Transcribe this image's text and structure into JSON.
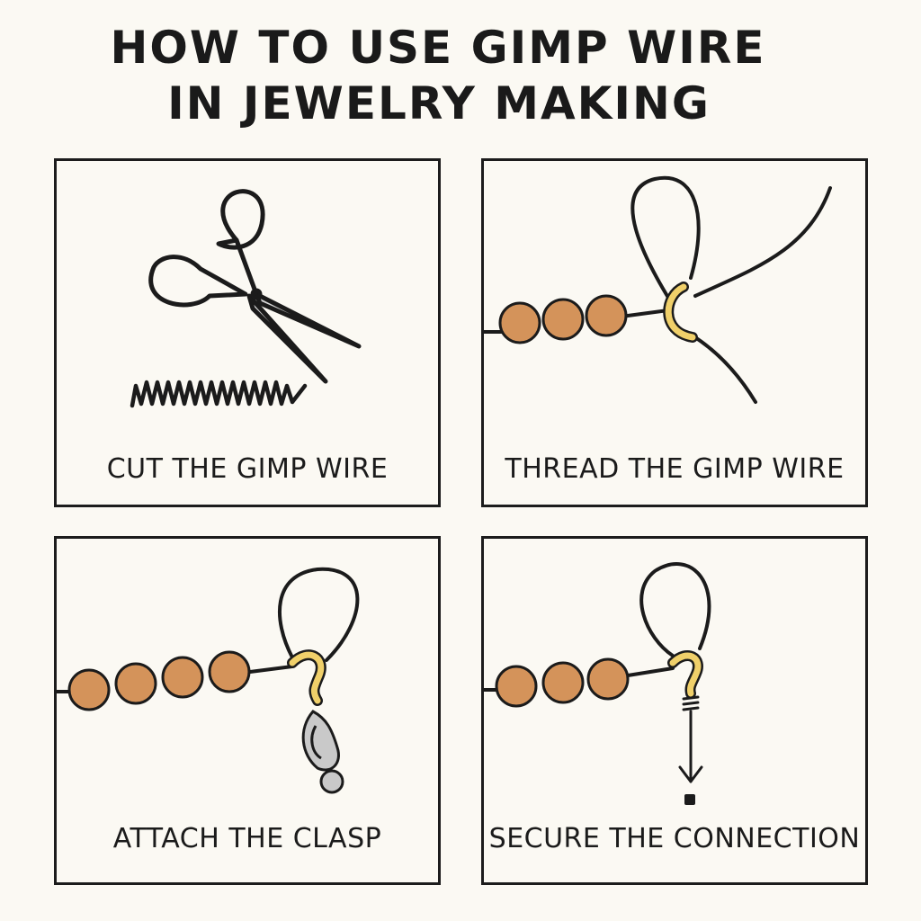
{
  "title": {
    "line1": "HOW TO USE GIMP WIRE",
    "line2": "IN JEWELRY MAKING"
  },
  "steps": [
    {
      "caption": "CUT THE GIMP WIRE",
      "illustration": "scissors-icon"
    },
    {
      "caption": "THREAD THE GIMP WIRE",
      "illustration": "threaded-beads"
    },
    {
      "caption": "ATTACH THE CLASP",
      "illustration": "clasp-icon"
    },
    {
      "caption": "SECURE THE CONNECTION",
      "illustration": "crimp-arrow"
    }
  ],
  "colors": {
    "background": "#fbf9f3",
    "ink": "#1b1b1b",
    "bead": "#d4935a",
    "gimp": "#f0d06a",
    "clasp": "#c9c9c9"
  }
}
